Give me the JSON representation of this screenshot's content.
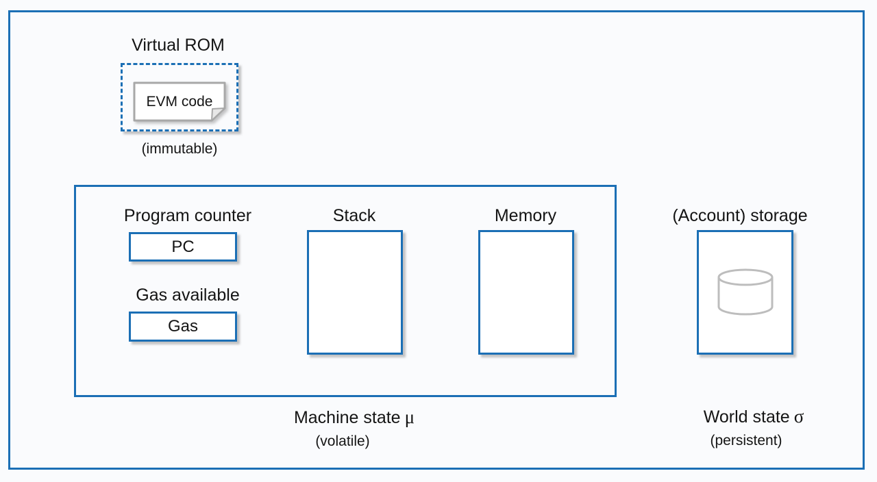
{
  "colors": {
    "accent_blue": "#1b6fb5",
    "doc_border_gray": "#a8a8a8",
    "icon_gray": "#bdbdbd",
    "bg": "#fafbfd"
  },
  "virtual_rom": {
    "title": "Virtual ROM",
    "code_label": "EVM code",
    "note": "(immutable)"
  },
  "machine_state": {
    "program_counter_label": "Program counter",
    "pc_box_label": "PC",
    "gas_available_label": "Gas available",
    "gas_box_label": "Gas",
    "stack_label": "Stack",
    "memory_label": "Memory",
    "caption": "Machine state",
    "caption_symbol": "μ",
    "note": "(volatile)"
  },
  "world_state": {
    "storage_label": "(Account) storage",
    "caption": "World state",
    "caption_symbol": "σ",
    "note": "(persistent)"
  }
}
